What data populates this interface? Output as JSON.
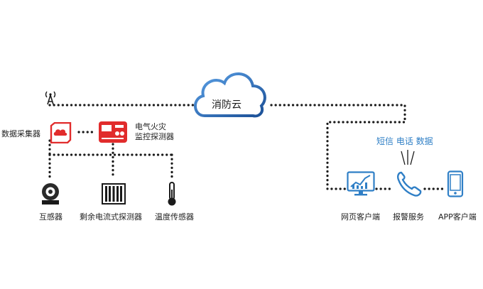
{
  "cloud": {
    "label": "消防云",
    "icon": "cloud-icon"
  },
  "collector": {
    "label": "数据采集器",
    "icon": "data-collector-icon",
    "antenna_icon": "antenna-icon"
  },
  "detector": {
    "label_line1": "电气火灾",
    "label_line2": "监控探测器",
    "icon": "fire-detector-icon"
  },
  "sensors": [
    {
      "label": "互感器",
      "icon": "transformer-icon"
    },
    {
      "label": "剩余电流式探测器",
      "icon": "residual-current-detector-icon"
    },
    {
      "label": "温度传感器",
      "icon": "thermometer-icon"
    }
  ],
  "alarm_channels": "短信 电话 数据",
  "clients": [
    {
      "label": "网页客户端",
      "icon": "monitor-chart-icon"
    },
    {
      "label": "报警服务",
      "icon": "phone-icon"
    },
    {
      "label": "APP客户端",
      "icon": "mobile-app-icon"
    }
  ],
  "colors": {
    "accent_red": "#e12c2c",
    "accent_blue": "#2f7fc6",
    "cloud_blue": "#1f5fa8",
    "dots": "#1a1a1a"
  }
}
